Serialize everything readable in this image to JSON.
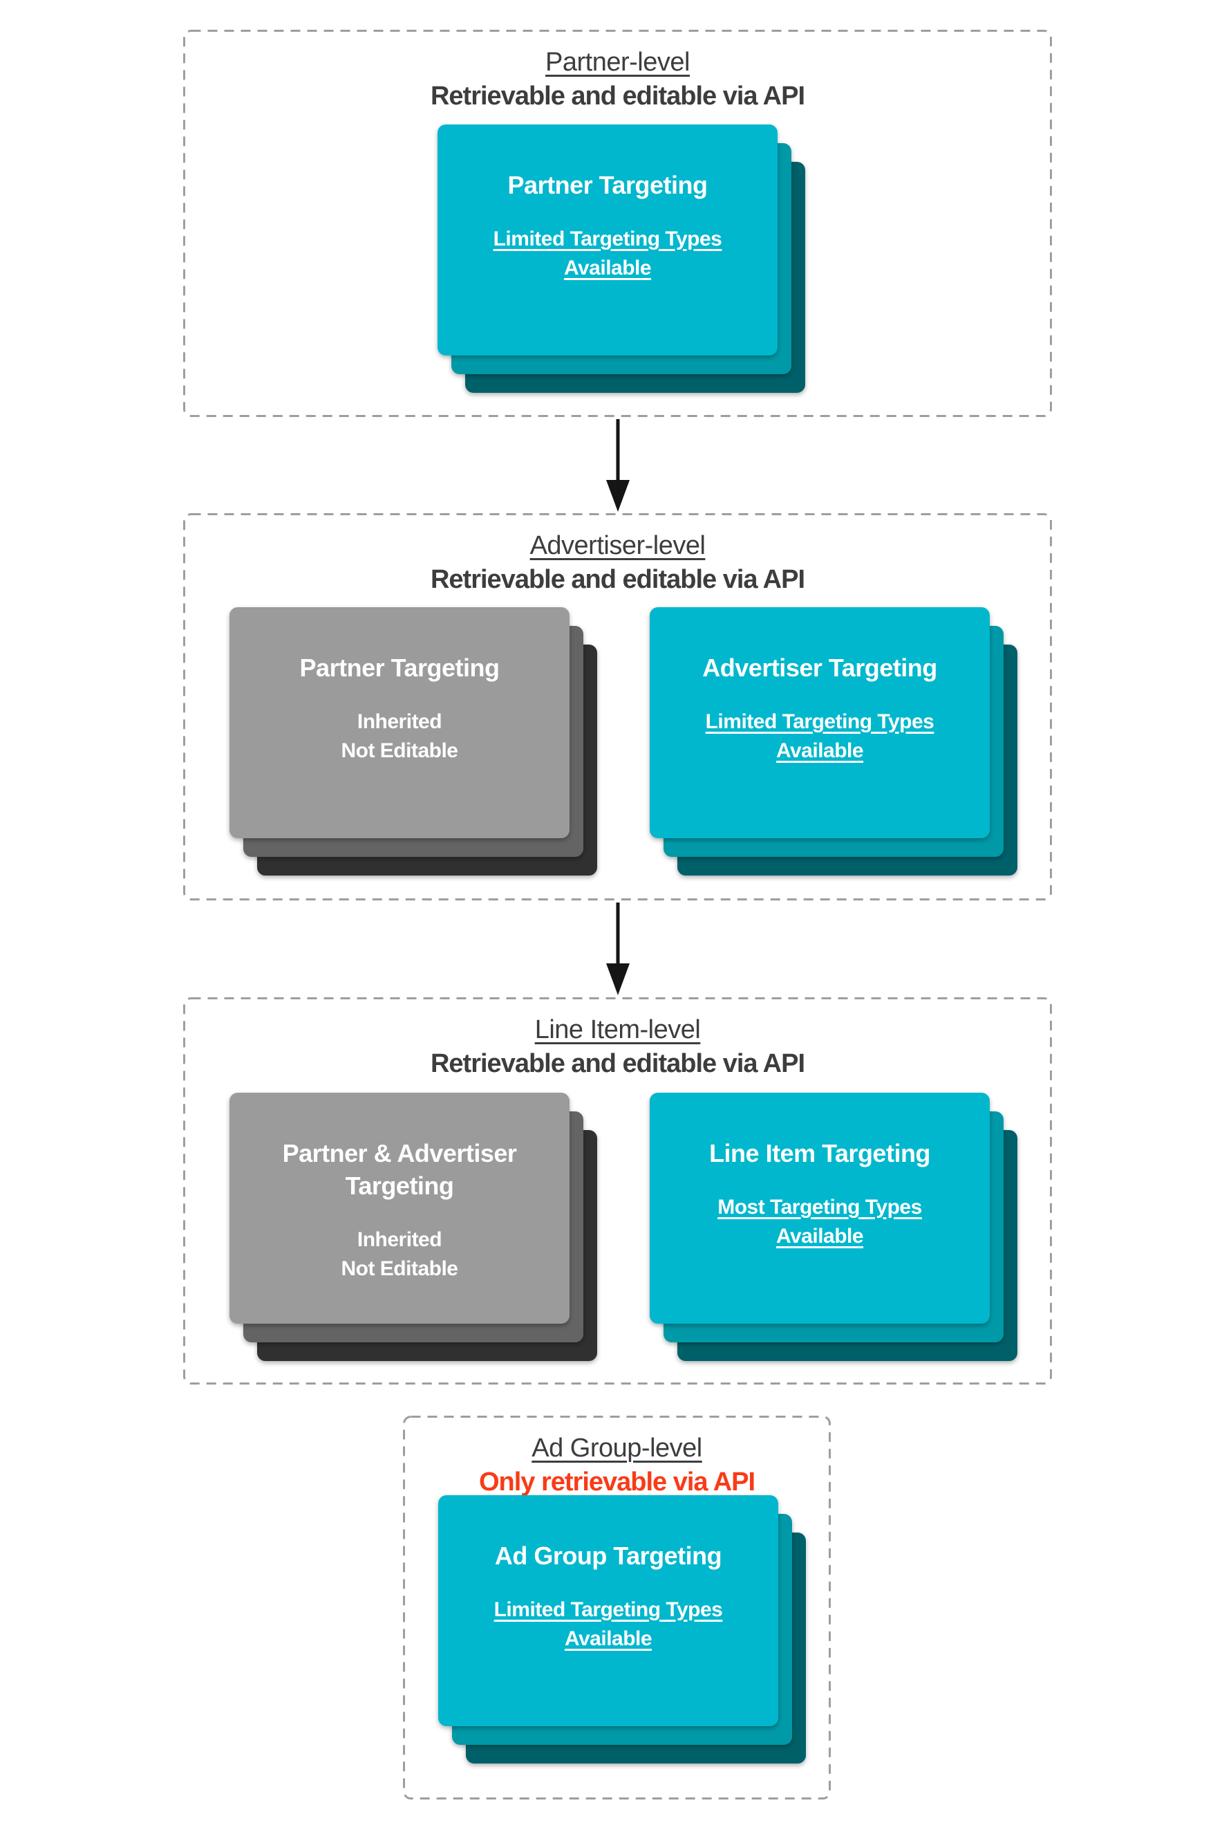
{
  "colors": {
    "teal_front": "#00b7cd",
    "teal_mid": "#0099a8",
    "teal_back": "#00606a",
    "gray_front": "#9b9b9b",
    "gray_mid": "#646464",
    "gray_back": "#303030",
    "heading_text": "#3d3d3d",
    "alert_text": "#f93b17",
    "card_text": "#ffffff",
    "dashed_border": "#9e9e9e",
    "arrow": "#151515"
  },
  "sections": [
    {
      "title": "Partner-level",
      "subtitle": "Retrievable and editable via API",
      "cards": [
        {
          "style": "teal",
          "title": "Partner Targeting",
          "subtext": "Limited Targeting Types Available"
        }
      ]
    },
    {
      "title": "Advertiser-level",
      "subtitle": "Retrievable and editable via API",
      "cards": [
        {
          "style": "gray",
          "title": "Partner Targeting",
          "subtext_line1": "Inherited",
          "subtext_line2": "Not Editable"
        },
        {
          "style": "teal",
          "title": "Advertiser Targeting",
          "subtext": "Limited Targeting Types Available"
        }
      ]
    },
    {
      "title": "Line Item-level",
      "subtitle": "Retrievable and editable via API",
      "cards": [
        {
          "style": "gray",
          "title": "Partner & Advertiser Targeting",
          "subtext_line1": "Inherited",
          "subtext_line2": "Not Editable"
        },
        {
          "style": "teal",
          "title": "Line Item Targeting",
          "subtext": "Most Targeting Types Available"
        }
      ]
    },
    {
      "title": "Ad Group-level",
      "subtitle": "Only retrievable via API",
      "subtitle_style": "alert",
      "cards": [
        {
          "style": "teal",
          "title": "Ad Group Targeting",
          "subtext": "Limited Targeting Types Available"
        }
      ]
    }
  ]
}
